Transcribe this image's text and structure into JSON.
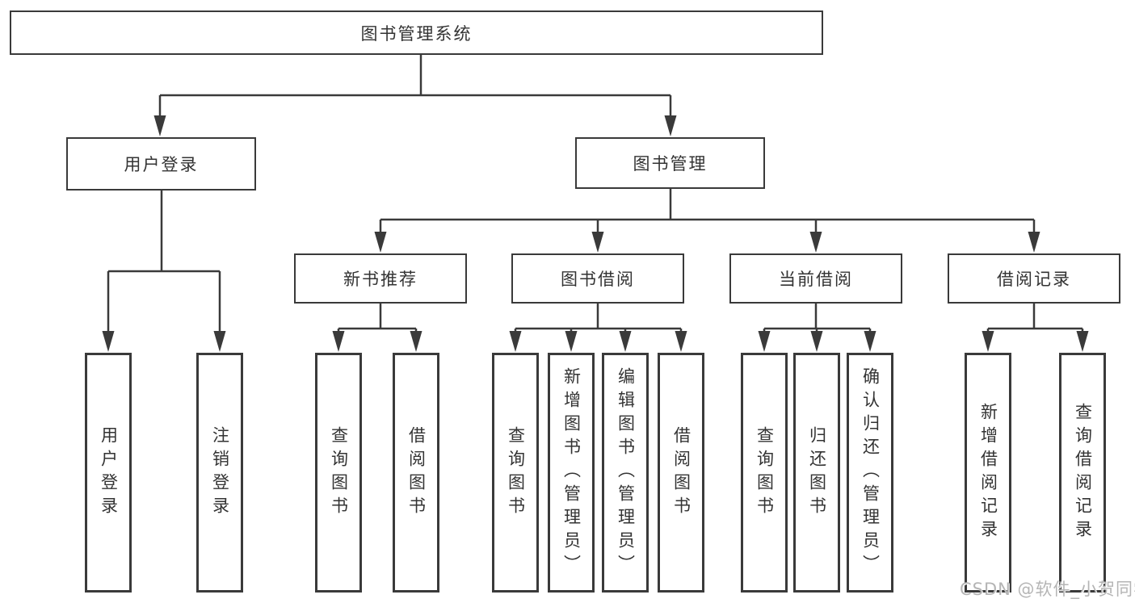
{
  "diagram": {
    "root_label": "图书管理系统",
    "branches": [
      {
        "label": "用户登录",
        "children": [
          "用户登录",
          "注销登录"
        ]
      },
      {
        "label": "图书管理",
        "sections": [
          {
            "label": "新书推荐",
            "children": [
              "查询图书",
              "借阅图书"
            ]
          },
          {
            "label": "图书借阅",
            "children": [
              "查询图书",
              "新增图书（管理员）",
              "编辑图书（管理员）",
              "借阅图书"
            ]
          },
          {
            "label": "当前借阅",
            "children": [
              "查询图书",
              "归还图书",
              "确认归还（管理员）"
            ]
          },
          {
            "label": "借阅记录",
            "children": [
              "新增借阅记录",
              "查询借阅记录"
            ]
          }
        ]
      }
    ]
  },
  "watermark": {
    "text": "CSDN @软件_小贺同学"
  },
  "colors": {
    "line": "#3a3a3a",
    "text": "#333333",
    "watermark": "#b5b5b5",
    "background": "#ffffff"
  }
}
